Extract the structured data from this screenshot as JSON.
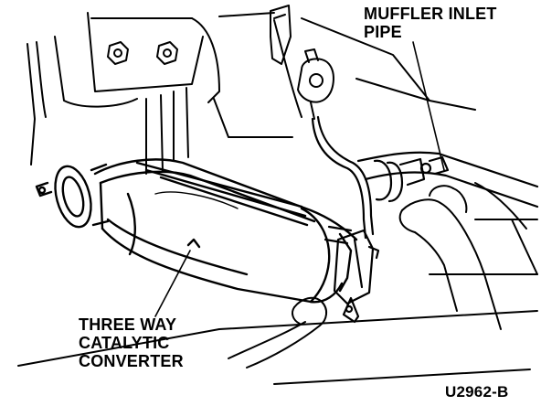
{
  "labels": {
    "muffler_inlet_pipe": [
      "MUFFLER INLET",
      "PIPE"
    ],
    "three_way_catalytic_converter": [
      "THREE WAY",
      "CATALYTIC",
      "CONVERTER"
    ],
    "figure_id": "U2962-B"
  },
  "colors": {
    "ink": "#000000",
    "paper": "#ffffff"
  }
}
